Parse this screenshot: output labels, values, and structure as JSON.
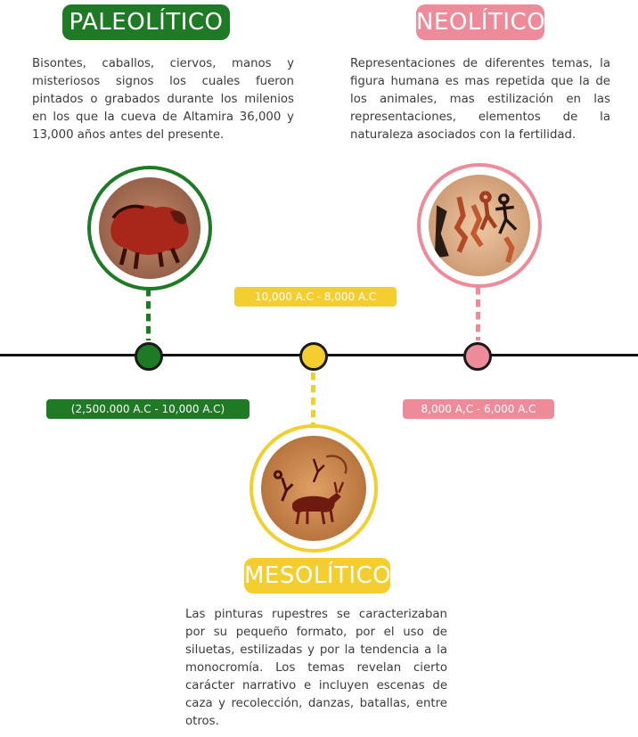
{
  "colors": {
    "paleolitico": "#1e7a24",
    "mesolitico": "#f4cd2f",
    "neolitico": "#ee8b9b",
    "line": "#111111"
  },
  "paleolitico": {
    "title": "PALEOLÍTICO",
    "description": "Bisontes, caballos, ciervos, manos y misteriosos signos los cuales fueron pintados o grabados durante los milenios en los que la cueva de Altamira 36,000 y 13,000 años antes del presente.",
    "date_range": "(2,500.000 A.C - 10,000 A.C)",
    "image": "bison-cave-painting"
  },
  "mesolitico": {
    "title": "MESOLÍTICO",
    "description": "Las pinturas rupestres se caracterizaban por su pequeño formato, por el uso de siluetas, estilizadas y por la tendencia a la monocromía. Los temas revelan cierto carácter narrativo e incluyen escenas de caza y recolección, danzas, batallas, entre otros.",
    "date_range": "10,000 A.C - 8,000 A.C",
    "image": "hunting-scene-cave-painting"
  },
  "neolitico": {
    "title": "NEOLÍTICO",
    "description": "Representaciones de diferentes temas, la figura humana es mas repetida que la de los animales, mas estilización en las representaciones, elementos de la naturaleza asociados con la fertilidad.",
    "date_range": "8,000 A,C - 6,000 A.C",
    "image": "human-figures-cave-painting"
  }
}
